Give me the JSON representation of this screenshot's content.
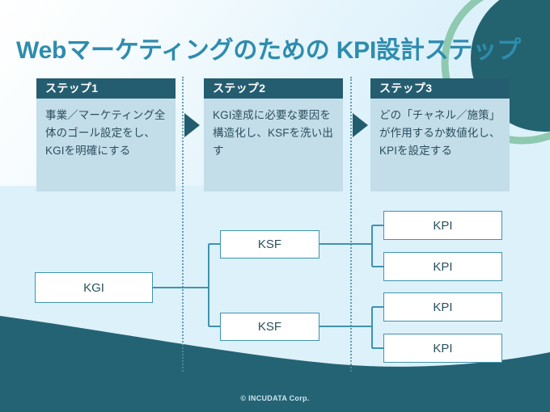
{
  "slide": {
    "title": "Webマーケティングのための",
    "title_accent": "KPI設計ステップ",
    "title_full": "Webマーケティングのための KPI設計ステップ",
    "footer": "© INCUDATA Corp."
  },
  "colors": {
    "background": "#ddf1fb",
    "title_text": "#2e8cae",
    "step_header_bg": "#255d70",
    "step_header_text": "#ffffff",
    "step_body_bg": "#c3dde9",
    "step_body_text": "#2b4f5e",
    "node_border": "#3f93b1",
    "node_fill": "#ffffff",
    "node_text": "#29505f",
    "wave_fill": "#246374",
    "circle_dark": "#23636f",
    "circle_ring": "#8ec9b0",
    "divider": "#4f8fa6",
    "arrow": "#225c6f",
    "footer_text": "#cfe6ee"
  },
  "steps": [
    {
      "label": "ステップ1",
      "body": "事業／マーケティング全体のゴール設定をし、KGIを明確にする"
    },
    {
      "label": "ステップ2",
      "body": "KGI達成に必要な要因を構造化し、KSFを洗い出す"
    },
    {
      "label": "ステップ3",
      "body": "どの「チャネル／施策」が作用するか数値化し、KPIを設定する"
    }
  ],
  "tree": {
    "kgi": {
      "label": "KGI"
    },
    "ksf": [
      {
        "label": "KSF"
      },
      {
        "label": "KSF"
      }
    ],
    "kpi": [
      {
        "label": "KPI"
      },
      {
        "label": "KPI"
      },
      {
        "label": "KPI"
      },
      {
        "label": "KPI"
      }
    ]
  }
}
